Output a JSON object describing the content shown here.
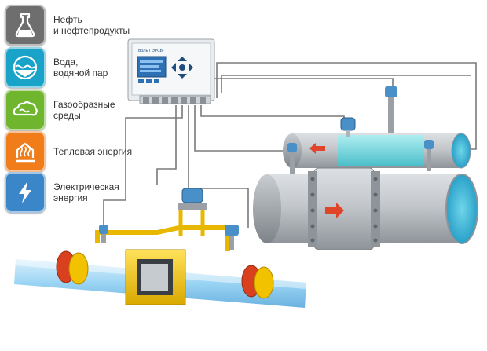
{
  "legend": {
    "items": [
      {
        "label": "Нефть\nи нефтепродукты",
        "icon": "flask-icon",
        "color": "#6e6e6e"
      },
      {
        "label": "Вода,\nводяной пар",
        "icon": "water-icon",
        "color": "#1aa3c8"
      },
      {
        "label": "Газообразные\nсреды",
        "icon": "gas-cloud-icon",
        "color": "#6fb52e"
      },
      {
        "label": "Тепловая энергия",
        "icon": "heat-icon",
        "color": "#f07d1a"
      },
      {
        "label": "Электрическая\nэнергия",
        "icon": "lightning-icon",
        "color": "#3a86c8"
      }
    ]
  },
  "controller": {
    "brand_text": "ВЗЛЕТ ЭРСВ-",
    "screen_color": "#2f6fb3"
  },
  "colors": {
    "pipe_steel": "#b8bcc0",
    "pipe_glass": "#7fc3ee",
    "flange_yellow": "#f2c200",
    "flange_red": "#d8401e",
    "flow_arrow": "#e0452a",
    "wire": "#7a7a7a"
  }
}
